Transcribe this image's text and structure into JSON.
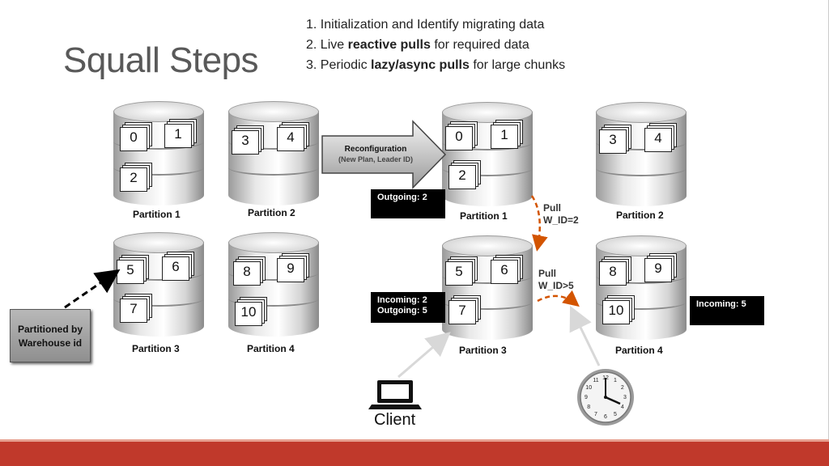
{
  "title": "Squall Steps",
  "steps": [
    {
      "pre": "1. Initialization and Identify migrating data",
      "bold": "",
      "post": ""
    },
    {
      "pre": "2. Live ",
      "bold": "reactive pulls",
      "post": " for required data"
    },
    {
      "pre": "3. Periodic ",
      "bold": "lazy/async pulls",
      "post": " for large chunks"
    }
  ],
  "arrow": {
    "line1": "Reconfiguration",
    "line2": "(New Plan, Leader ID)"
  },
  "left_partitions": [
    "Partition 1",
    "Partition 2",
    "Partition 3",
    "Partition 4"
  ],
  "right_partitions": [
    "Partition 1",
    "Partition 2",
    "Partition 3",
    "Partition 4"
  ],
  "docs": {
    "l1": [
      "0",
      "1",
      "2"
    ],
    "l2": [
      "3",
      "4"
    ],
    "l3": [
      "5",
      "6",
      "7"
    ],
    "l4": [
      "8",
      "9",
      "10"
    ],
    "r1": [
      "0",
      "1",
      "2"
    ],
    "r2": [
      "3",
      "4"
    ],
    "r3": [
      "5",
      "6",
      "7"
    ],
    "r4": [
      "8",
      "9",
      "10"
    ]
  },
  "partitioned_by": {
    "line1": "Partitioned by",
    "line2": "Warehouse id"
  },
  "boxes": {
    "outgoing2": "Outgoing: 2",
    "incoming2": "Incoming: 2",
    "outgoing5": "Outgoing: 5",
    "incoming5": "Incoming: 5"
  },
  "pulls": {
    "pull1_a": "Pull",
    "pull1_b": "W_ID=2",
    "pull2_a": "Pull",
    "pull2_b": "W_ID>5"
  },
  "client": "Client",
  "clock_numbers": [
    "12",
    "1",
    "2",
    "3",
    "4",
    "5",
    "6",
    "7",
    "8",
    "9",
    "10",
    "11"
  ],
  "colors": {
    "accent": "#c0392b",
    "pull_arrow": "#d35400"
  }
}
